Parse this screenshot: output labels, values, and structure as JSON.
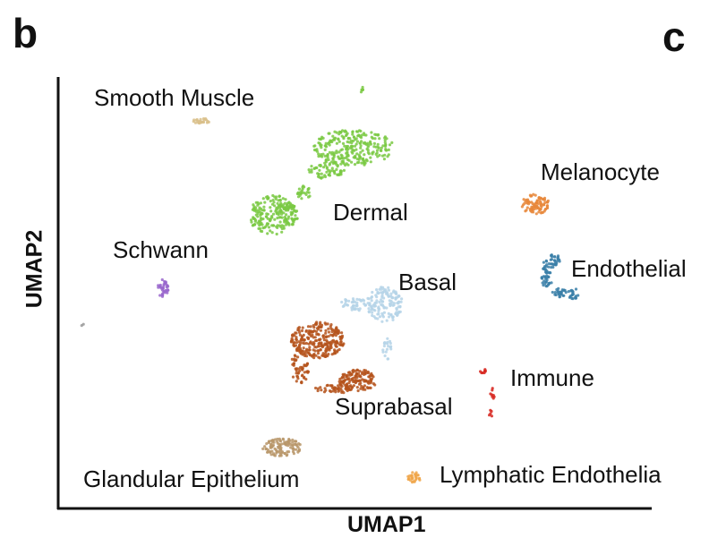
{
  "panels": {
    "left": "b",
    "right": "c"
  },
  "chart_data": {
    "type": "scatter",
    "title": "",
    "xlabel": "UMAP1",
    "ylabel": "UMAP2",
    "xlim": [
      0,
      100
    ],
    "ylim": [
      0,
      100
    ],
    "grid": false,
    "legend": "none (direct cluster labels)",
    "clusters": [
      {
        "name": "Smooth Muscle",
        "color": "#d9c08a",
        "blobs": [
          {
            "cx": 24.2,
            "cy": 90.2,
            "rx": 1.5,
            "ry": 0.6,
            "n": 25
          }
        ]
      },
      {
        "name": "Dermal",
        "color": "#7ac943",
        "blobs": [
          {
            "cx": 49.8,
            "cy": 84.0,
            "rx": 6.8,
            "ry": 4.2,
            "n": 260
          },
          {
            "cx": 45.3,
            "cy": 78.8,
            "rx": 3.0,
            "ry": 2.1,
            "n": 60
          },
          {
            "cx": 41.5,
            "cy": 73.5,
            "rx": 1.2,
            "ry": 1.7,
            "n": 25
          },
          {
            "cx": 38.5,
            "cy": 70.0,
            "rx": 1.2,
            "ry": 1.7,
            "n": 25
          },
          {
            "cx": 36.3,
            "cy": 68.3,
            "rx": 4.2,
            "ry": 4.6,
            "n": 200
          },
          {
            "cx": 51.4,
            "cy": 97.5,
            "rx": 0.4,
            "ry": 0.8,
            "n": 6
          }
        ]
      },
      {
        "name": "Melanocyte",
        "color": "#e8873a",
        "blobs": [
          {
            "cx": 80.5,
            "cy": 70.8,
            "rx": 2.4,
            "ry": 2.3,
            "n": 90
          }
        ]
      },
      {
        "name": "Endothelial",
        "color": "#3a7fa8",
        "blobs": [
          {
            "cx": 83.8,
            "cy": 57.9,
            "rx": 1.0,
            "ry": 1.4,
            "n": 25
          },
          {
            "cx": 82.6,
            "cy": 56.2,
            "rx": 1.0,
            "ry": 1.6,
            "n": 25
          },
          {
            "cx": 82.3,
            "cy": 52.7,
            "rx": 1.0,
            "ry": 1.6,
            "n": 25
          },
          {
            "cx": 84.6,
            "cy": 50.0,
            "rx": 1.3,
            "ry": 1.2,
            "n": 25
          },
          {
            "cx": 86.9,
            "cy": 50.0,
            "rx": 1.0,
            "ry": 1.2,
            "n": 20
          }
        ]
      },
      {
        "name": "Schwann",
        "color": "#9966cc",
        "blobs": [
          {
            "cx": 17.7,
            "cy": 51.2,
            "rx": 0.9,
            "ry": 2.1,
            "n": 35
          }
        ]
      },
      {
        "name": "Basal",
        "color": "#b5d3e8",
        "blobs": [
          {
            "cx": 55.1,
            "cy": 47.5,
            "rx": 3.0,
            "ry": 4.2,
            "n": 140
          },
          {
            "cx": 49.8,
            "cy": 47.5,
            "rx": 2.3,
            "ry": 1.7,
            "n": 40
          },
          {
            "cx": 55.6,
            "cy": 37.1,
            "rx": 0.8,
            "ry": 2.5,
            "n": 20
          }
        ]
      },
      {
        "name": "Suprabasal",
        "color": "#b5531c",
        "blobs": [
          {
            "cx": 43.8,
            "cy": 39.2,
            "rx": 4.5,
            "ry": 4.2,
            "n": 260
          },
          {
            "cx": 40.8,
            "cy": 32.9,
            "rx": 1.5,
            "ry": 4.2,
            "n": 60
          },
          {
            "cx": 50.6,
            "cy": 29.8,
            "rx": 3.3,
            "ry": 2.5,
            "n": 140
          },
          {
            "cx": 46.2,
            "cy": 27.7,
            "rx": 3.0,
            "ry": 1.0,
            "n": 40
          }
        ]
      },
      {
        "name": "Immune",
        "color": "#d7261e",
        "blobs": [
          {
            "cx": 71.8,
            "cy": 31.9,
            "rx": 0.6,
            "ry": 0.5,
            "n": 8
          },
          {
            "cx": 73.3,
            "cy": 26.7,
            "rx": 0.4,
            "ry": 1.5,
            "n": 8
          },
          {
            "cx": 73.0,
            "cy": 22.1,
            "rx": 0.3,
            "ry": 0.8,
            "n": 5
          }
        ]
      },
      {
        "name": "Glandular Epithelium",
        "color": "#b8976a",
        "blobs": [
          {
            "cx": 37.8,
            "cy": 14.2,
            "rx": 3.3,
            "ry": 2.1,
            "n": 110
          }
        ]
      },
      {
        "name": "Lymphatic Endothelia",
        "color": "#f0a64a",
        "blobs": [
          {
            "cx": 60.1,
            "cy": 7.3,
            "rx": 1.1,
            "ry": 1.25,
            "n": 30
          }
        ]
      },
      {
        "name": "",
        "color": "#999999",
        "blobs": [
          {
            "cx": 4.1,
            "cy": 42.7,
            "rx": 0.2,
            "ry": 0.3,
            "n": 2
          }
        ]
      }
    ]
  }
}
